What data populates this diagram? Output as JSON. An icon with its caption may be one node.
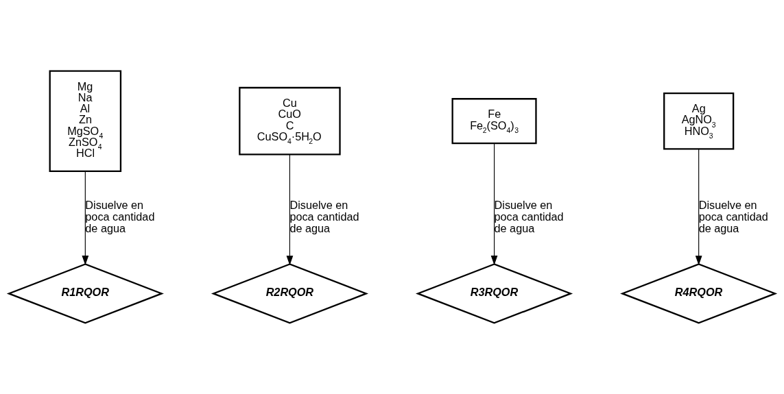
{
  "diagram": {
    "nodes": [
      {
        "text": [
          "Mg",
          "Na",
          "Al",
          "Zn",
          "MgSO$_{4}$",
          "ZnSO$_{4}$",
          "HCl"
        ]
      },
      {
        "text": [
          "Cu",
          "CuO",
          "C",
          "CuSO$_{4}$·5H$_{2}$O"
        ]
      },
      {
        "text": [
          "Fe",
          "Fe$_{2}$(SO$_{4}$)$_{3}$"
        ]
      },
      {
        "text": [
          "Ag",
          "AgNO$_{3}$",
          "HNO$_{3}$"
        ]
      },
      {
        "text": [
          "R1RQOR"
        ]
      },
      {
        "text": [
          "R2RQOR"
        ]
      },
      {
        "text": [
          "R3RQOR"
        ]
      },
      {
        "text": [
          "R4RQOR"
        ]
      }
    ],
    "edges": [
      {
        "from": 0,
        "to": 4,
        "arrow": "to",
        "label": "Disuelve en poca cantidad de agua"
      },
      {
        "from": 1,
        "to": 5,
        "arrow": "to",
        "label": "Disuelve en poca cantidad de agua"
      },
      {
        "from": 2,
        "to": 6,
        "arrow": "to",
        "label": "Disuelve en poca cantidad de agua"
      },
      {
        "from": 3,
        "to": 7,
        "arrow": "to",
        "label": "Disuelve en poca cantidad de agua"
      }
    ]
  }
}
